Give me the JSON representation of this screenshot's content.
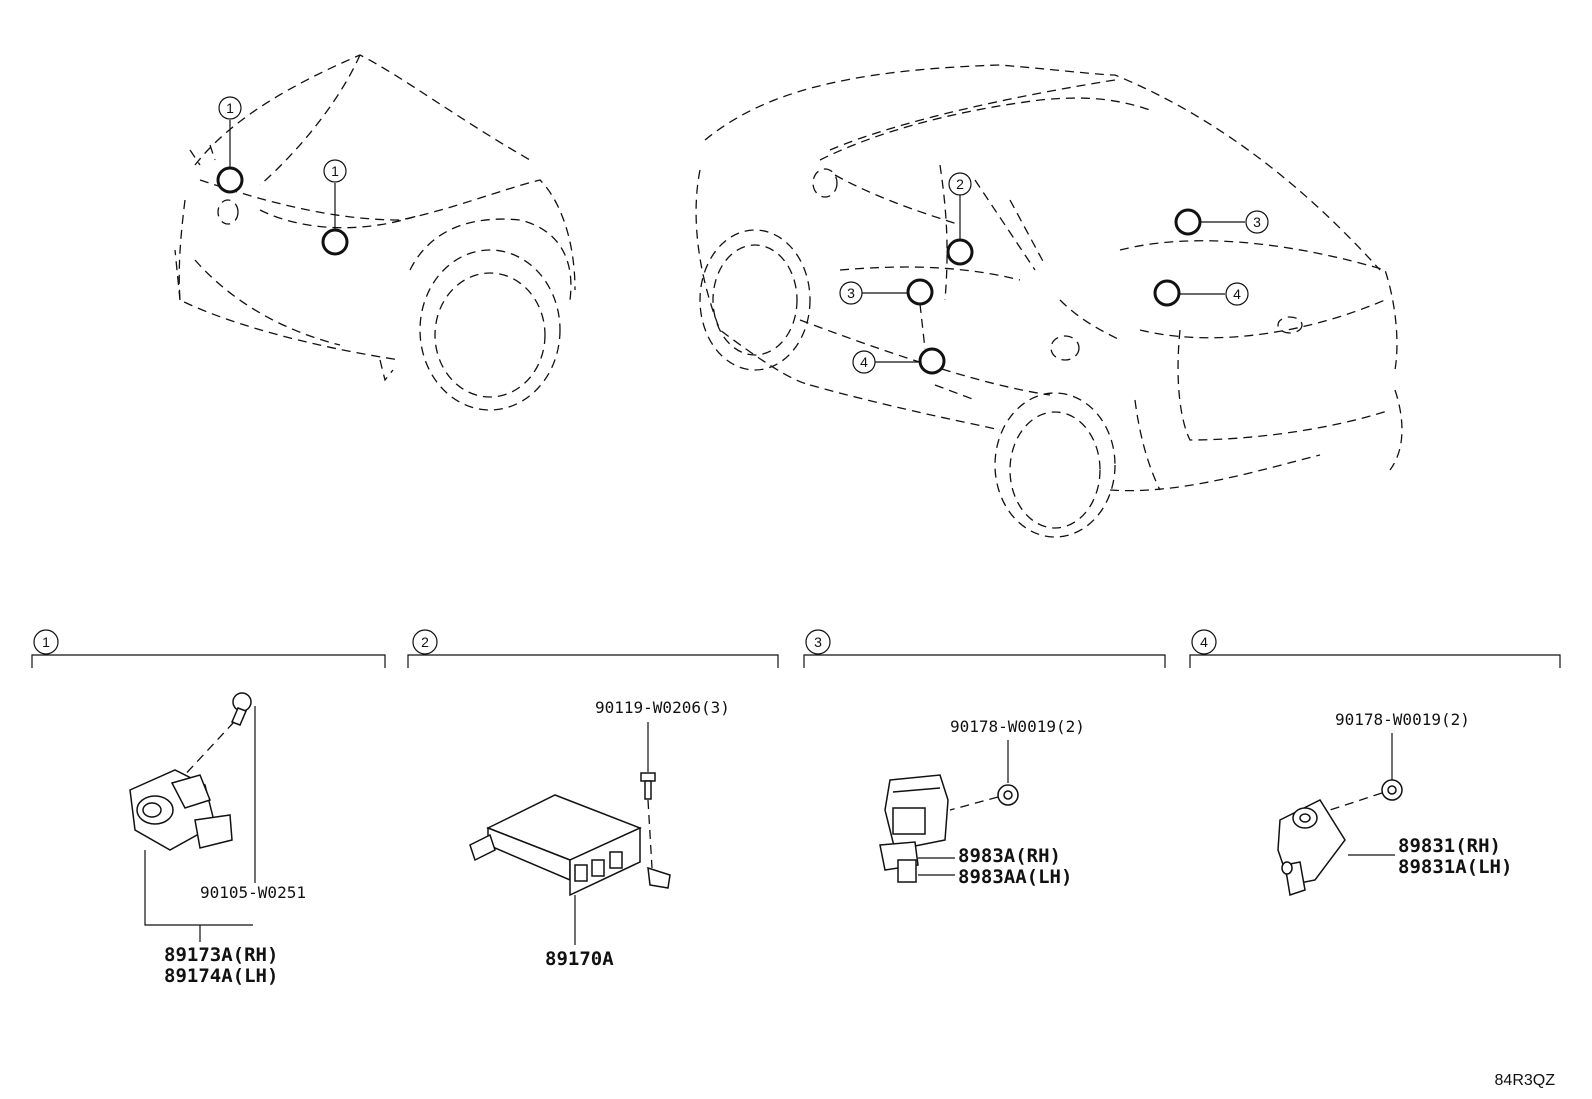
{
  "callouts": {
    "c1": "1",
    "c2": "2",
    "c3": "3",
    "c4": "4"
  },
  "groups": [
    {
      "number": "1",
      "bolt": "90105-W0251",
      "part_rh": "89173A(RH)",
      "part_lh": "89174A(LH)"
    },
    {
      "number": "2",
      "bolt": "90119-W0206(3)",
      "part": "89170A"
    },
    {
      "number": "3",
      "nut": "90178-W0019(2)",
      "part_rh": "8983A(RH)",
      "part_lh": "8983AA(LH)"
    },
    {
      "number": "4",
      "nut": "90178-W0019(2)",
      "part_rh": "89831(RH)",
      "part_lh": "89831A(LH)"
    }
  ],
  "diagram_code": "84R3QZ"
}
